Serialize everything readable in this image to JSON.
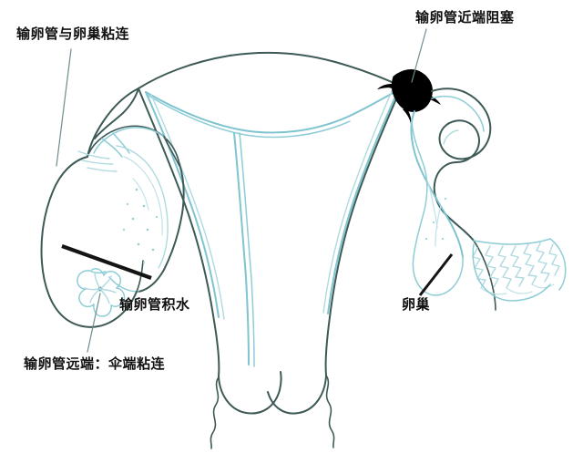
{
  "diagram": {
    "subject": "female-reproductive-tract-fallopian-tube-pathology",
    "background_color": "#ffffff",
    "ink_colors": {
      "outline_dark": "#3d5a57",
      "outline_teal": "#7fc4cf",
      "outline_pale": "#a9d6dd",
      "blockage_black": "#000000",
      "leader_black": "#111111",
      "leader_thin": "#5e7f82",
      "text": "#111111"
    },
    "annotations": [
      {
        "id": "tube-ovary-adhesion",
        "text": "输卵管与卵巢粘连",
        "position": "top-left",
        "leader": "thin-line-down-right-to-left-adnexa"
      },
      {
        "id": "proximal-block",
        "text": "输卵管近端阻塞",
        "position": "top-right",
        "leader": "thin-line-down-left-to-black-occlusion"
      },
      {
        "id": "hydrosalpinx",
        "text": "输卵管积水",
        "position": "center-left-lower",
        "leader": "thick-black-diagonal-to-distal-sac"
      },
      {
        "id": "distal-fimbrial-adhesion",
        "text": "输卵管远端：伞端粘连",
        "position": "bottom-left",
        "leader": "thin-line-up-to-clubbed-fimbria"
      },
      {
        "id": "ovary",
        "text": "卵巢",
        "position": "bottom-right",
        "leader": "short-black-diagonal-to-right-ovary"
      }
    ],
    "structures": [
      "uterus-body",
      "uterine-cavity",
      "cervix",
      "vaginal-walls",
      "left-fallopian-tube-dilated",
      "left-hydrosalpinx-sac",
      "left-clubbed-fimbria",
      "left-ovary",
      "right-fallopian-tube",
      "right-proximal-occlusion",
      "right-fimbriae-normal",
      "right-ovary"
    ]
  }
}
